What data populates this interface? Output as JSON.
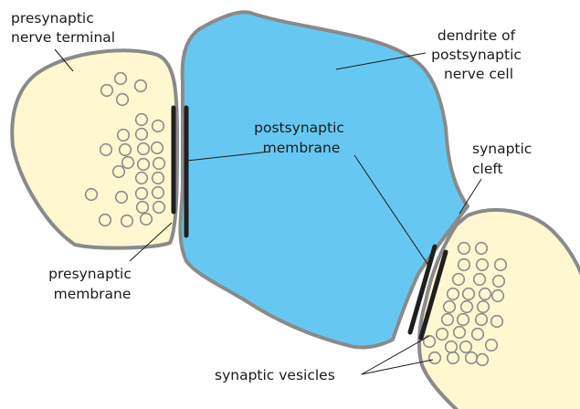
{
  "colors": {
    "terminal_fill": "#fff7d0",
    "dendrite_fill": "#66c8f2",
    "outline": "#8a8a8a",
    "membrane": "#1f1f1f",
    "vesicle_stroke": "#8c8c8c"
  },
  "labels": {
    "presynaptic_terminal": [
      "presynaptic",
      "nerve terminal"
    ],
    "dendrite": [
      "dendrite of",
      "postsynaptic",
      "nerve cell"
    ],
    "postsynaptic_membrane": [
      "postsynaptic",
      "membrane"
    ],
    "synaptic_cleft": [
      "synaptic",
      "cleft"
    ],
    "presynaptic_membrane": [
      "presynaptic",
      "membrane"
    ],
    "synaptic_vesicles": "synaptic vesicles"
  }
}
